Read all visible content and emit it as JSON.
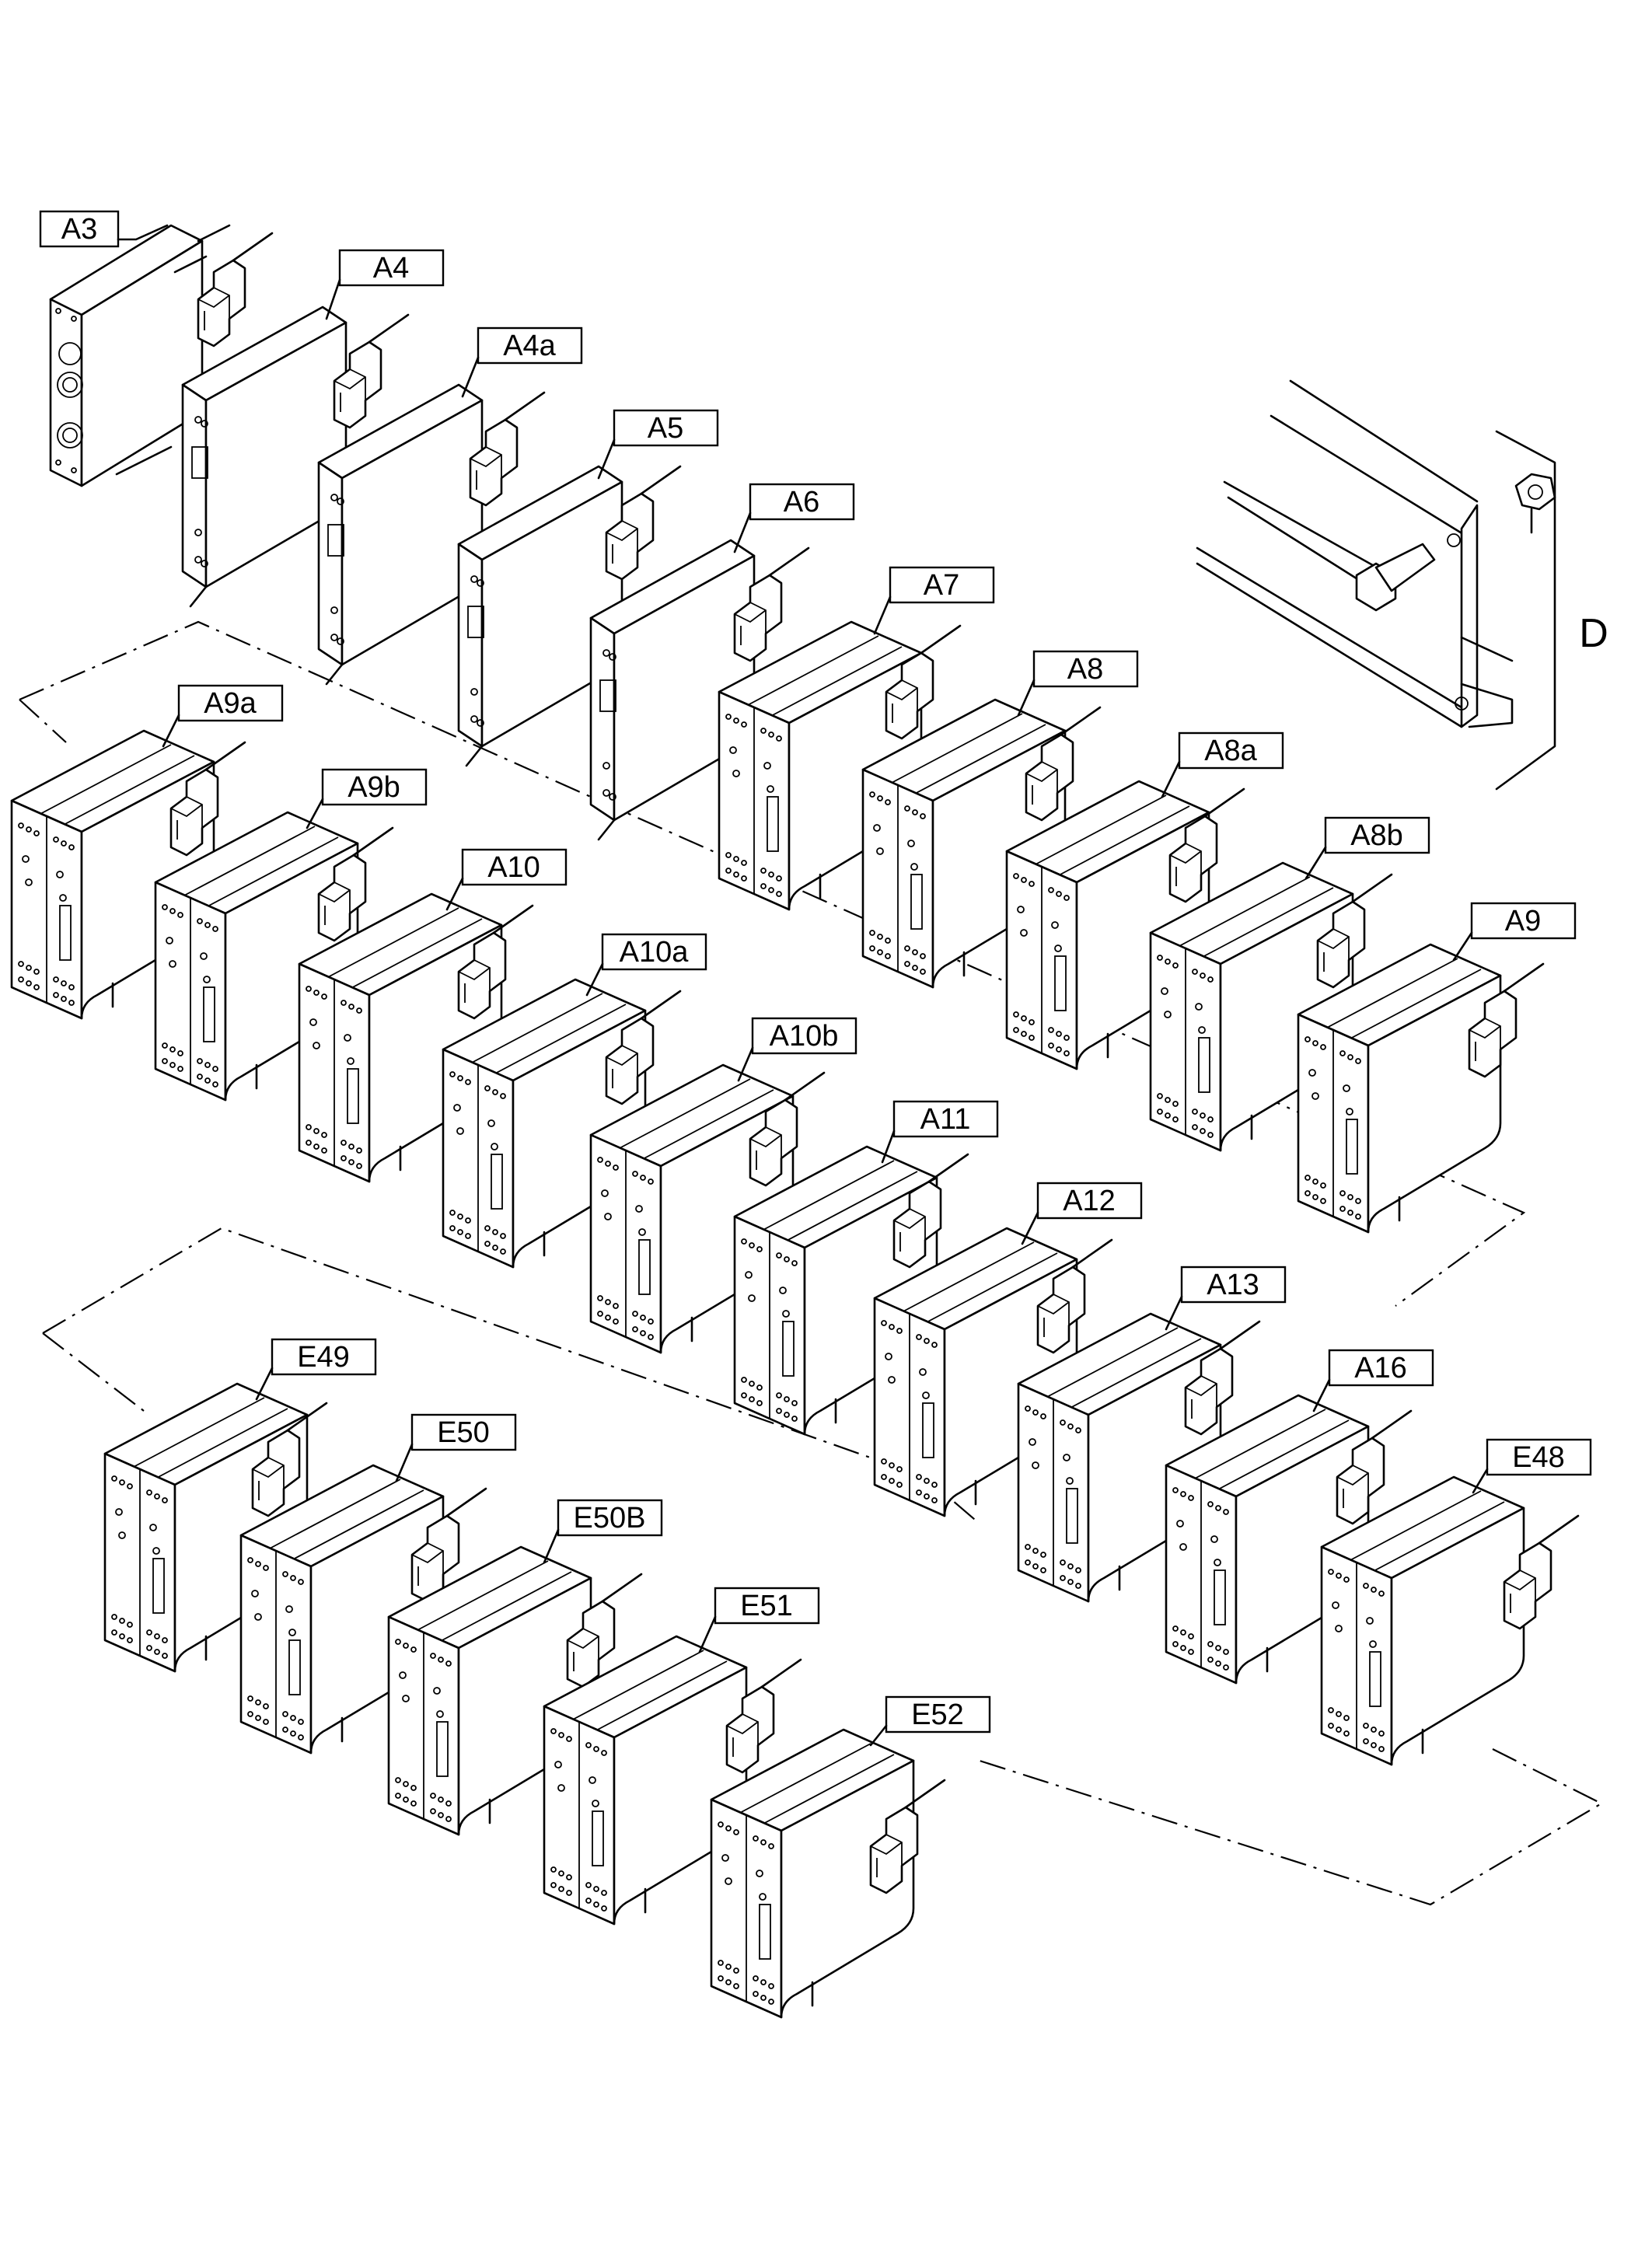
{
  "labels": {
    "A3": "A3",
    "A4": "A4",
    "A4a": "A4a",
    "A5": "A5",
    "A6": "A6",
    "A7": "A7",
    "A8": "A8",
    "A8a": "A8a",
    "A8b": "A8b",
    "A9": "A9",
    "A9a": "A9a",
    "A9b": "A9b",
    "A10": "A10",
    "A10a": "A10a",
    "A10b": "A10b",
    "A11": "A11",
    "A12": "A12",
    "A13": "A13",
    "A16": "A16",
    "E48": "E48",
    "E49": "E49",
    "E50": "E50",
    "E50B": "E50B",
    "E51": "E51",
    "E52": "E52"
  },
  "detail_label": "D",
  "icons": {
    "mounting-rail": "rail-bracket-icon",
    "bolt": "hex-bolt-icon",
    "nut": "hex-nut-icon",
    "end-clamp": "end-clamp-icon"
  }
}
